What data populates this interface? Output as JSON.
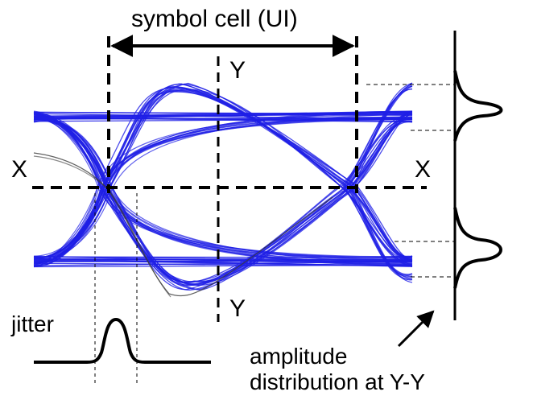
{
  "labels": {
    "title": "symbol cell (UI)",
    "x_left": "X",
    "x_right": "X",
    "y_top": "Y",
    "y_bottom": "Y",
    "jitter": "jitter",
    "amplitude_line1": "amplitude",
    "amplitude_line2": "distribution at Y-Y"
  },
  "colors": {
    "traces": "#1f1fe6",
    "traces_dark": "#3a3a3a",
    "lines": "#000000",
    "background": "#ffffff"
  }
}
